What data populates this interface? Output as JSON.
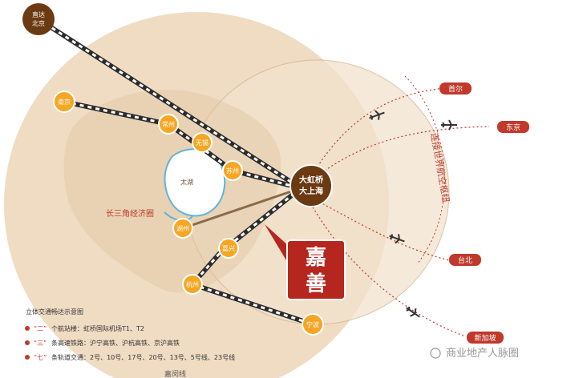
{
  "title_corner": {
    "line1": "直达",
    "line2": "北京"
  },
  "hub": {
    "line1": "大虹桥",
    "line2": "大上海"
  },
  "highlight": {
    "line1": "嘉",
    "line2": "善"
  },
  "region_label": "长三角经济圈",
  "lake_label": "太湖",
  "arc_label": "连接世界航空枢纽",
  "city_nodes": [
    {
      "name": "南京"
    },
    {
      "name": "常州"
    },
    {
      "name": "无锡"
    },
    {
      "name": "苏州"
    },
    {
      "name": "湖州"
    },
    {
      "name": "嘉兴"
    },
    {
      "name": "杭州"
    },
    {
      "name": "宁波"
    }
  ],
  "flight_destinations": [
    {
      "name": "首尔"
    },
    {
      "name": "东京"
    },
    {
      "name": "台北"
    },
    {
      "name": "新加坡"
    }
  ],
  "legend": {
    "title": "立体交通畅达示意图",
    "items": [
      {
        "prefix": "“二”",
        "text": "个航站楼：虹桥国际机场T1、T2"
      },
      {
        "prefix": "“三”",
        "text": "条高速铁路：沪宁高铁、沪杭高铁、京沪高铁"
      },
      {
        "prefix": "“七”",
        "text": "条轨道交通：2号、10号、17号、20号、13号、5号线、23号线"
      }
    ]
  },
  "bottom_cut_label": "嘉闵线",
  "watermark": "商业地产人脉圈",
  "colors": {
    "node": "#f5a623",
    "hub": "#6b3a12",
    "red": "#c0392b",
    "highlight_bg": "#b5261e",
    "circle": "#e8cfae"
  }
}
